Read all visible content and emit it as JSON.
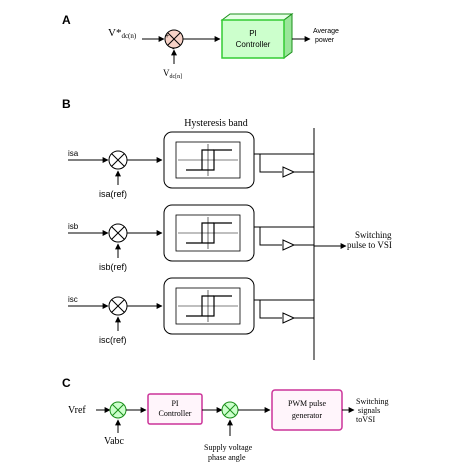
{
  "panels": {
    "a": {
      "letter": "A",
      "input_main": "V*",
      "input_main_sub": "dc(n)",
      "input_feedback": "V",
      "input_feedback_sub": "dc[n]",
      "sum_plus": "+",
      "sum_minus": "-",
      "controller_line1": "PI",
      "controller_line2": "Controller",
      "output_line1": "Average",
      "output_line2": "power"
    },
    "b": {
      "letter": "B",
      "band_title": "Hysteresis band",
      "phases": [
        {
          "input": "isa",
          "ref": "isa(ref)"
        },
        {
          "input": "isb",
          "ref": "isb(ref)"
        },
        {
          "input": "isc",
          "ref": "isc(ref)"
        }
      ],
      "output_line1": "Switching",
      "output_line2": "pulse to VSI"
    },
    "c": {
      "letter": "C",
      "input_main": "Vref",
      "input_feedback": "Vabc",
      "controller_line1": "PI",
      "controller_line2": "Controller",
      "supply_line1": "Supply voltage",
      "supply_line2": "phase angle",
      "pwm_line1": "PWM pulse",
      "pwm_line2": "generator",
      "output_line1": "Switching",
      "output_line2": "signals",
      "output_line3": "toVSI"
    }
  },
  "colors": {
    "green_fill": "#ccffcc",
    "green_stroke": "#33cc33",
    "green_dark": "#1a8f1a",
    "pink_stroke": "#cc3399",
    "pink_fill": "#fff5fb",
    "sum_fill": "#f7d2c7",
    "line": "#000000"
  }
}
